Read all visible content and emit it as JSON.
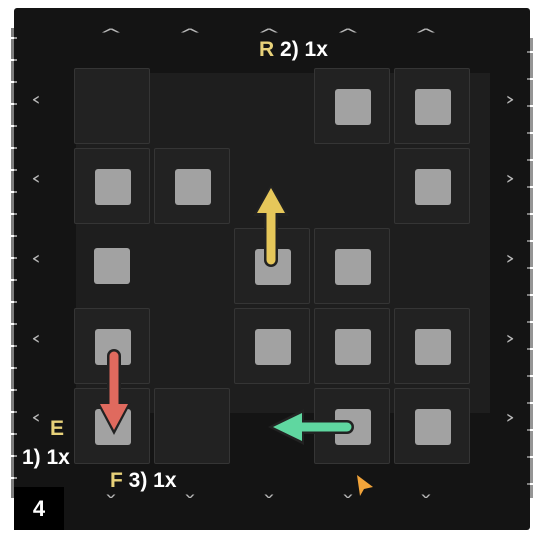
{
  "board": {
    "rows": 5,
    "cols": 5,
    "tiles": [
      [
        0,
        0,
        0,
        1,
        1
      ],
      [
        1,
        1,
        0,
        0,
        1
      ],
      [
        1,
        0,
        1,
        1,
        0
      ],
      [
        1,
        0,
        1,
        1,
        1
      ],
      [
        1,
        0,
        0,
        1,
        1
      ]
    ],
    "framed": [
      [
        1,
        0,
        0,
        1,
        1
      ],
      [
        1,
        1,
        0,
        0,
        1
      ],
      [
        0,
        0,
        1,
        1,
        0
      ],
      [
        1,
        0,
        1,
        1,
        1
      ],
      [
        1,
        1,
        0,
        1,
        1
      ]
    ]
  },
  "colors": {
    "up_arrow": "#e6c75a",
    "down_arrow": "#e06a5e",
    "left_arrow": "#5fd7a0",
    "cursor": "#f2a43a",
    "key_letter": "#e8d27a"
  },
  "labels": {
    "top": {
      "key": "R",
      "text": "2) 1x"
    },
    "left": {
      "key": "E",
      "text": "1) 1x"
    },
    "bottom": {
      "key": "F",
      "text": "3) 1x"
    }
  },
  "level": "4",
  "icons": {
    "column_up": "chevron-up-icon",
    "column_down": "chevron-down-icon",
    "row_left": "chevron-left-icon",
    "row_right": "chevron-right-icon",
    "cursor": "mouse-cursor-icon"
  }
}
